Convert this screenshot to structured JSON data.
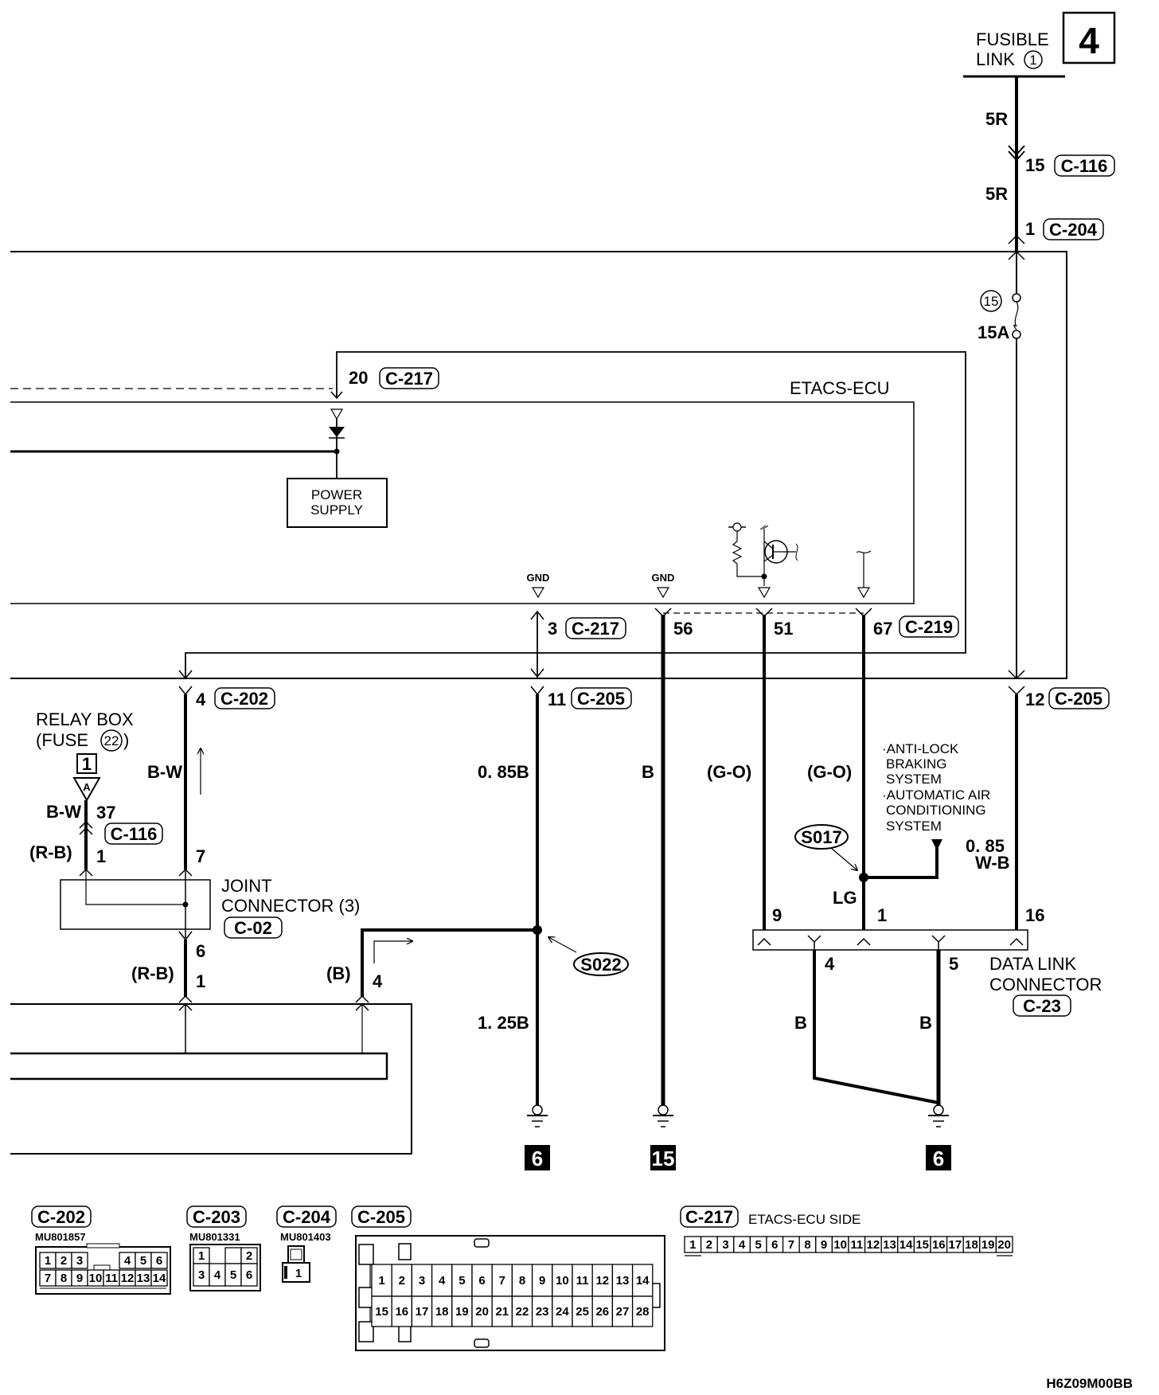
{
  "diagram": {
    "drawing_code": "H6Z09M00BB",
    "fusible_link": {
      "title_line1": "FUSIBLE",
      "title_line2": "LINK",
      "link_number": "1",
      "box_number": "4"
    },
    "power_wire": {
      "wire_color_top": "5R",
      "wire_color_mid": "5R",
      "pin_c116": "15",
      "conn_c116": "C-116",
      "pin_c204": "1",
      "conn_c204": "C-204"
    },
    "fuse": {
      "number": "15",
      "rating": "15A"
    },
    "etacs": {
      "label": "ETACS-ECU",
      "pin20": "20",
      "conn_c217": "C-217",
      "power_supply_line1": "POWER",
      "power_supply_line2": "SUPPLY",
      "gnd1": "GND",
      "gnd2": "GND",
      "pin3": "3",
      "pin3_conn": "C-217",
      "pin56": "56",
      "pin51": "51",
      "pin67": "67",
      "pin67_conn": "C-219"
    },
    "junction": {
      "pin4": "4",
      "pin4_conn": "C-202",
      "pin11": "11",
      "pin11_conn": "C-205",
      "pin12": "12",
      "pin12_conn": "C-205"
    },
    "relay_box": {
      "line1": "RELAY BOX",
      "line2": "(FUSE",
      "fuse_num": "22",
      "line2_end": ")",
      "box_num": "1",
      "triangle_label": "A",
      "wire_top": "B-W",
      "pin37": "37",
      "conn": "C-116",
      "wire_bottom": "(R-B)",
      "pin1": "1"
    },
    "bw_wire": {
      "color": "B-W",
      "pin7": "7"
    },
    "joint_connector": {
      "line1": "JOINT",
      "line2": "CONNECTOR (3)",
      "conn": "C-02",
      "pin6": "6",
      "wire_color": "(R-B)",
      "pin1": "1"
    },
    "b_wire": {
      "color": "(B)",
      "pin4": "4"
    },
    "ground_wires": {
      "w1_upper": "0. 85B",
      "w1_lower": "1. 25B",
      "splice1": "S022",
      "w2": "B",
      "w3": "(G-O)",
      "w4": "(G-O)"
    },
    "dlc": {
      "splice": "S017",
      "lg": "LG",
      "note_l1": "·ANTI-LOCK",
      "note_l2": "BRAKING",
      "note_l3": "SYSTEM",
      "note_l4": "·AUTOMATIC AIR",
      "note_l5": "CONDITIONING",
      "note_l6": "SYSTEM",
      "w16_l1": "0. 85",
      "w16_l2": "W-B",
      "pin9": "9",
      "pin1": "1",
      "pin16": "16",
      "pin4": "4",
      "pin5": "5",
      "label1": "DATA LINK",
      "label2": "CONNECTOR",
      "conn": "C-23",
      "wire4": "B",
      "wire5": "B"
    },
    "grounds": [
      "6",
      "15",
      "6"
    ],
    "connectors": {
      "c202": {
        "name": "C-202",
        "part": "MU801857",
        "row1": [
          "1",
          "2",
          "3",
          "",
          "",
          "4",
          "5",
          "6"
        ],
        "row2": [
          "7",
          "8",
          "9",
          "10",
          "11",
          "12",
          "13",
          "14"
        ]
      },
      "c203": {
        "name": "C-203",
        "part": "MU801331",
        "row1": [
          "1",
          "",
          "2"
        ],
        "row2": [
          "3",
          "4",
          "5",
          "6"
        ]
      },
      "c204": {
        "name": "C-204",
        "part": "MU801403",
        "pin": "1"
      },
      "c205": {
        "name": "C-205",
        "row1": [
          "1",
          "2",
          "3",
          "4",
          "5",
          "6",
          "7",
          "8",
          "9",
          "10",
          "11",
          "12",
          "13",
          "14"
        ],
        "row2": [
          "15",
          "16",
          "17",
          "18",
          "19",
          "20",
          "21",
          "22",
          "23",
          "24",
          "25",
          "26",
          "27",
          "28"
        ]
      },
      "c217": {
        "name": "C-217",
        "caption": "ETACS-ECU SIDE",
        "pins": [
          "1",
          "2",
          "3",
          "4",
          "5",
          "6",
          "7",
          "8",
          "9",
          "10",
          "11",
          "12",
          "13",
          "14",
          "15",
          "16",
          "17",
          "18",
          "19",
          "20"
        ]
      }
    }
  }
}
